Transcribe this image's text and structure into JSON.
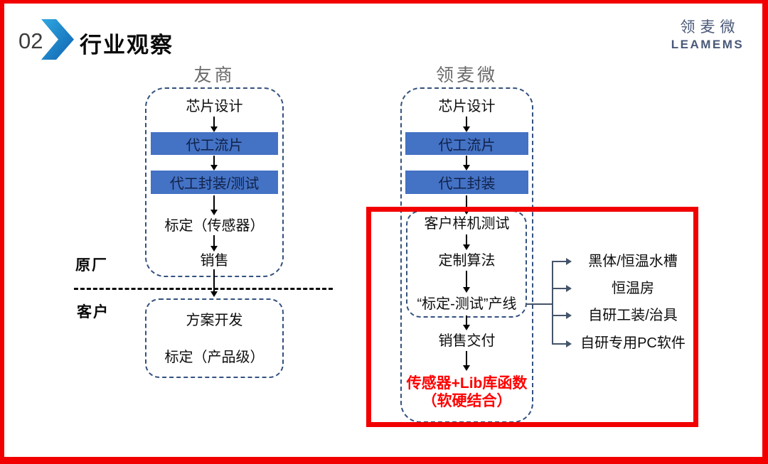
{
  "header": {
    "section_number": "02",
    "title": "行业观察",
    "logo_cn": "领麦微",
    "logo_en": "LEAMEMS"
  },
  "columns": {
    "left_header": "友商",
    "right_header": "领麦微"
  },
  "side_labels": {
    "factory": "原厂",
    "customer": "客户"
  },
  "left_flow": {
    "chip_design": "芯片设计",
    "foundry_tapeout": "代工流片",
    "foundry_packaging_test": "代工封装/测试",
    "calibration_sensor": "标定（传感器）",
    "sales": "销售"
  },
  "left_customer_flow": {
    "solution_dev": "方案开发",
    "calibration_product": "标定（产品级）"
  },
  "right_flow": {
    "chip_design": "芯片设计",
    "foundry_tapeout": "代工流片",
    "foundry_packaging": "代工封装",
    "customer_prototype_test": "客户样机测试",
    "custom_algorithm": "定制算法",
    "calibration_test_line": "“标定-测试”产线",
    "sales_delivery": "销售交付",
    "result_line1": "传感器+Lib库函数",
    "result_line2": "（软硬结合）"
  },
  "branches": {
    "b1": "黑体/恒温水槽",
    "b2": "恒温房",
    "b3": "自研工装/治具",
    "b4": "自研专用PC软件"
  },
  "colors": {
    "bar_blue": "#4472C4",
    "frame_red": "#F20000",
    "highlight_text_red": "#FF0000",
    "dashed_border_blue": "#33517E",
    "branch_line": "#44546A"
  }
}
